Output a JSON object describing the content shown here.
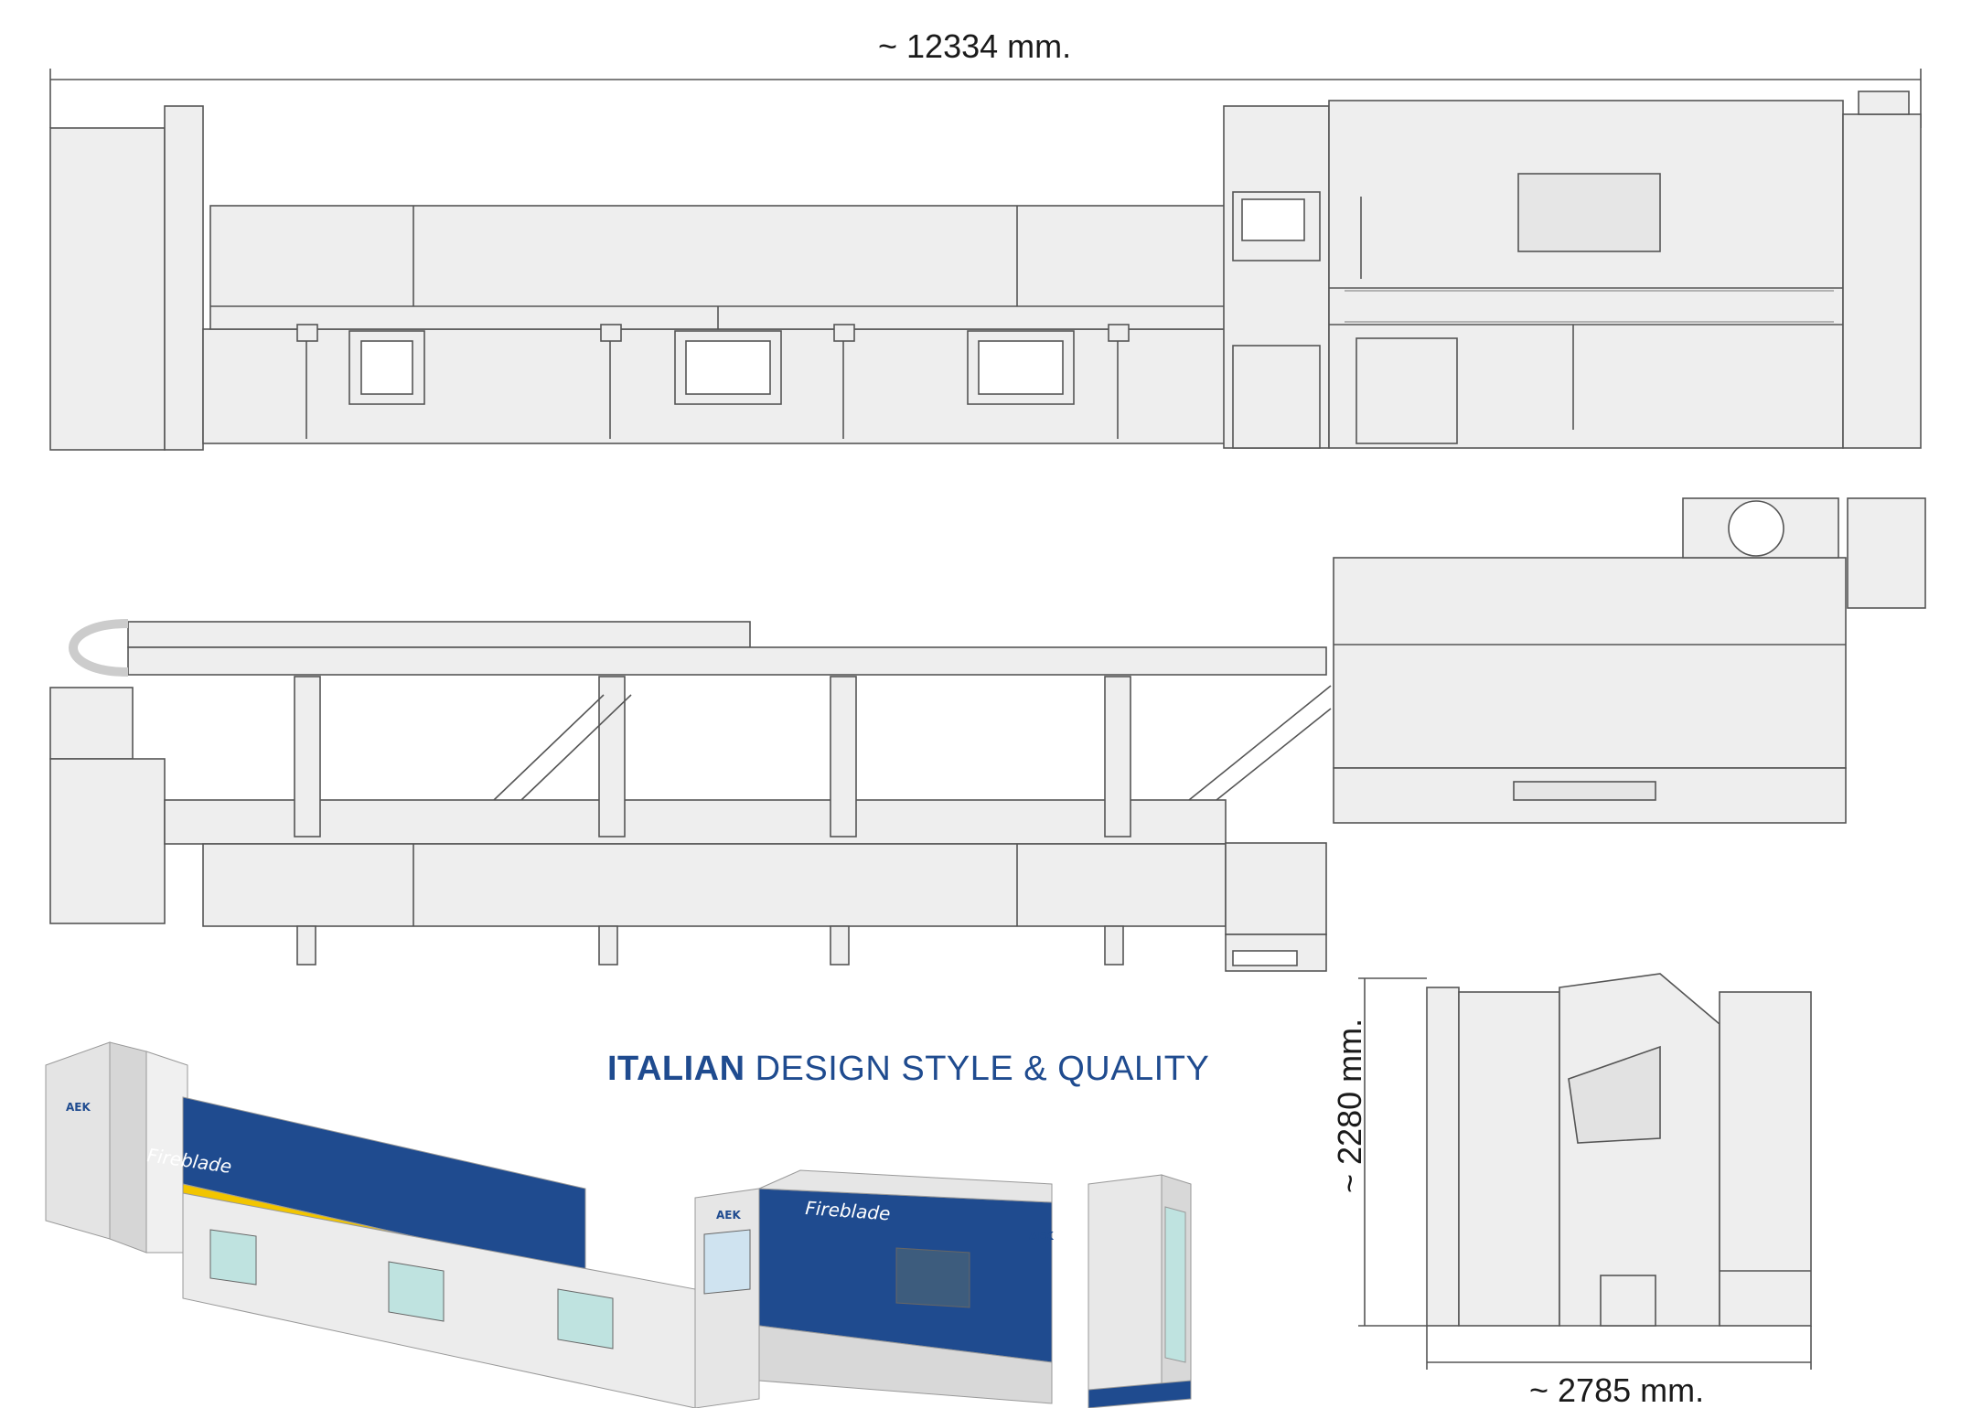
{
  "dimensions": {
    "overall_length": "~ 12334 mm.",
    "height": "~ 2280 mm.",
    "depth": "~ 2785 mm."
  },
  "tagline": {
    "bold": "ITALIAN",
    "rest": " DESIGN STYLE & QUALITY"
  },
  "product": {
    "brand_name": "Fireblade",
    "logo_text": "AEK"
  },
  "colors": {
    "line": "#555555",
    "panel": "#eeeeee",
    "blue": "#1f4b8f",
    "yellow": "#f2c500",
    "glass": "#bfe3e0"
  }
}
